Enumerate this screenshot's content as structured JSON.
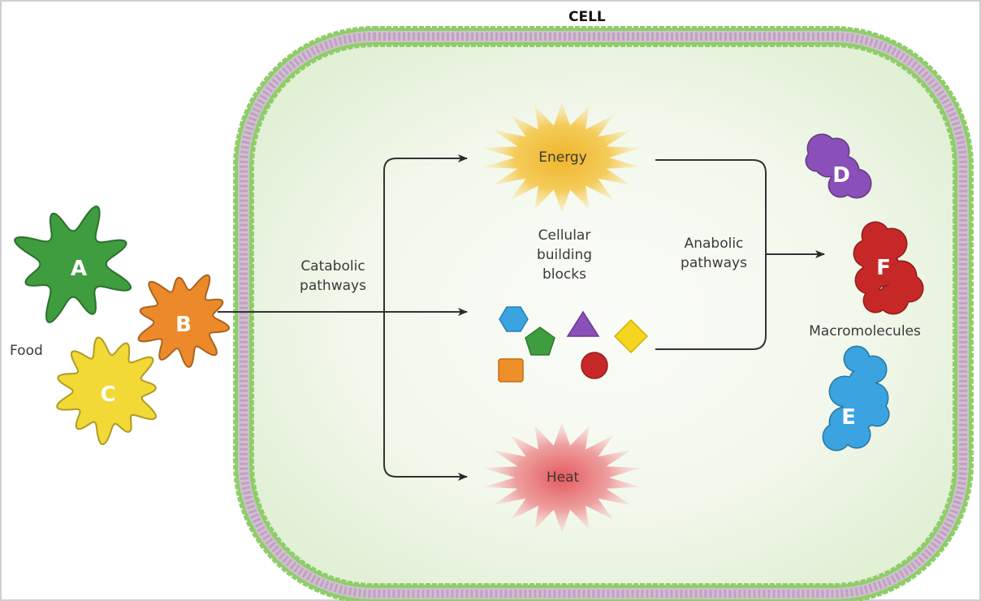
{
  "title": "CELL",
  "food": {
    "label": "Food",
    "items": [
      {
        "letter": "A",
        "color": "#3f9c3f"
      },
      {
        "letter": "B",
        "color": "#ec8a2b"
      },
      {
        "letter": "C",
        "color": "#f2d936"
      }
    ]
  },
  "pathways": {
    "catabolic": "Catabolic\npathways",
    "anabolic": "Anabolic\npathways"
  },
  "outputs": {
    "energy": {
      "label": "Energy",
      "color": "#f0b92e"
    },
    "heat": {
      "label": "Heat",
      "color": "#e46a6a"
    },
    "building_blocks": {
      "label": "Cellular\nbuilding\nblocks",
      "shapes": [
        {
          "shape": "hexagon",
          "color": "#3aa3e0"
        },
        {
          "shape": "pentagon",
          "color": "#3f9c3f"
        },
        {
          "shape": "triangle",
          "color": "#8a4fb8"
        },
        {
          "shape": "diamond",
          "color": "#f4d520"
        },
        {
          "shape": "square",
          "color": "#ef8f2a"
        },
        {
          "shape": "circle",
          "color": "#c62828"
        }
      ]
    }
  },
  "macromolecules": {
    "label": "Macromolecules",
    "items": [
      {
        "letter": "D",
        "color": "#8a4fb8"
      },
      {
        "letter": "F",
        "color": "#c62828"
      },
      {
        "letter": "E",
        "color": "#3aa3e0"
      }
    ]
  },
  "colors": {
    "membrane_outer": "#8fcd6a",
    "membrane_tail": "#c99ad0",
    "cell_fill": "#e8f3dd",
    "arrow": "#333333"
  }
}
